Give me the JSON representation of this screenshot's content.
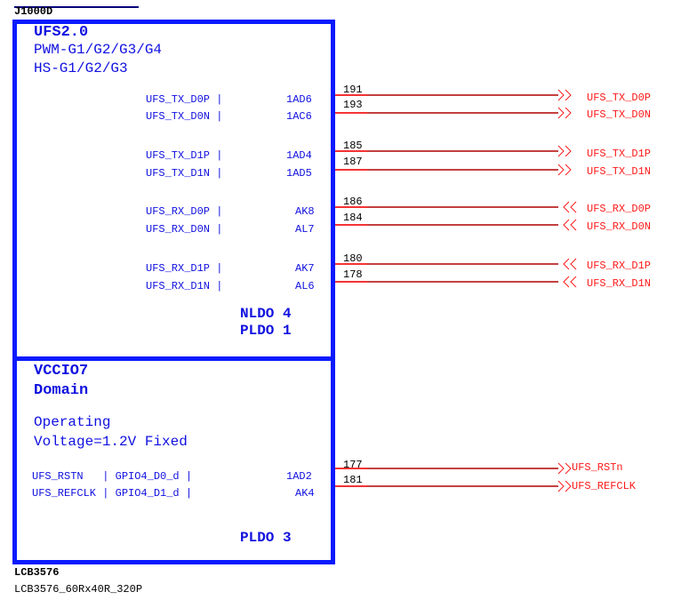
{
  "component": {
    "refdes": "J1000D",
    "part_name": "LCB3576",
    "package": "LCB3576_60Rx40R_320P"
  },
  "ufs_block": {
    "title": "UFS2.0",
    "mode_line1": "PWM-G1/G2/G3/G4",
    "mode_line2": "HS-G1/G2/G3",
    "power_line1": "NLDO 4",
    "power_line2": "PLDO 1",
    "pins": [
      {
        "name": "UFS_TX_D0P |",
        "ball": "1AD6",
        "pin_no": "191",
        "net": "UFS_TX_D0P",
        "dir": "out"
      },
      {
        "name": "UFS_TX_D0N |",
        "ball": "1AC6",
        "pin_no": "193",
        "net": "UFS_TX_D0N",
        "dir": "out"
      },
      {
        "name": "UFS_TX_D1P |",
        "ball": "1AD4",
        "pin_no": "185",
        "net": "UFS_TX_D1P",
        "dir": "out"
      },
      {
        "name": "UFS_TX_D1N |",
        "ball": "1AD5",
        "pin_no": "187",
        "net": "UFS_TX_D1N",
        "dir": "out"
      },
      {
        "name": "UFS_RX_D0P |",
        "ball": "AK8",
        "pin_no": "186",
        "net": "UFS_RX_D0P",
        "dir": "in"
      },
      {
        "name": "UFS_RX_D0N |",
        "ball": "AL7",
        "pin_no": "184",
        "net": "UFS_RX_D0N",
        "dir": "in"
      },
      {
        "name": "UFS_RX_D1P |",
        "ball": "AK7",
        "pin_no": "180",
        "net": "UFS_RX_D1P",
        "dir": "in"
      },
      {
        "name": "UFS_RX_D1N |",
        "ball": "AL6",
        "pin_no": "178",
        "net": "UFS_RX_D1N",
        "dir": "in"
      }
    ]
  },
  "vccio_block": {
    "title_line1": "VCCIO7",
    "title_line2": "Domain",
    "op_line1": "Operating",
    "op_line2": "Voltage=1.2V Fixed",
    "power_line": "PLDO 3",
    "pins": [
      {
        "name": "UFS_RSTN   | GPIO4_D0_d |",
        "ball": "1AD2",
        "pin_no": "177",
        "net": "UFS_RSTn",
        "dir": "out"
      },
      {
        "name": "UFS_REFCLK | GPIO4_D1_d |",
        "ball": "AK4",
        "pin_no": "181",
        "net": "UFS_REFCLK",
        "dir": "out"
      }
    ]
  },
  "colors": {
    "box_border": "#0a1aff",
    "symbol_text": "#1010e0",
    "wire": "#b00000",
    "net_label": "#ff1a1a"
  }
}
